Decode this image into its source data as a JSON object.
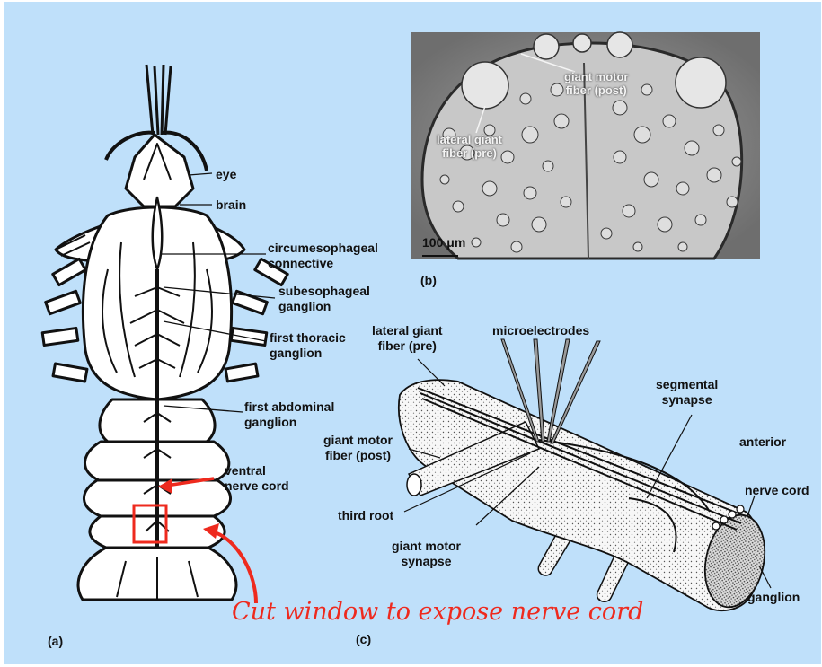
{
  "panels": {
    "a": "(a)",
    "b": "(b)",
    "c": "(c)"
  },
  "crayfish_labels": {
    "eye": "eye",
    "brain": "brain",
    "circumesophageal": "circumesophageal\nconnective",
    "subesophageal": "subesophageal\nganglion",
    "first_thoracic": "first thoracic\nganglion",
    "first_abdominal": "first abdominal\nganglion",
    "ventral_nerve_cord": "ventral\nnerve cord"
  },
  "micrograph_labels": {
    "giant_motor_fiber": "giant motor\nfiber (post)",
    "lateral_giant_fiber": "lateral giant\nfiber (pre)",
    "scale_bar": "100 μm"
  },
  "nerve_labels": {
    "lateral_giant_fiber": "lateral giant\nfiber (pre)",
    "microelectrodes": "microelectrodes",
    "segmental_synapse": "segmental\nsynapse",
    "anterior": "anterior",
    "giant_motor_fiber": "giant motor\nfiber (post)",
    "nerve_cord": "nerve cord",
    "third_root": "third root",
    "giant_motor_synapse": "giant motor\nsynapse",
    "ganglion": "ganglion"
  },
  "annotation": {
    "text": "Cut window to expose nerve cord",
    "color": "#ee2a1e"
  },
  "colors": {
    "background": "#bfe0fa",
    "highlight": "#ee2a1e",
    "micrograph": "#8f8f8f"
  }
}
